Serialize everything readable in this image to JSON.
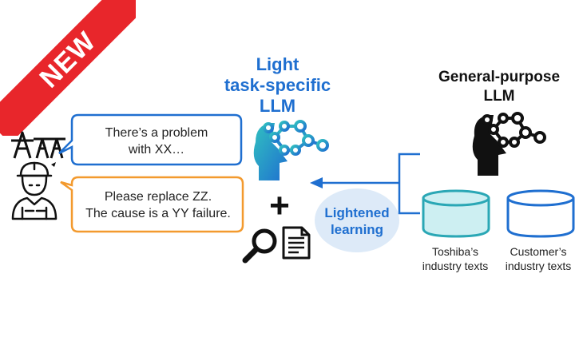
{
  "badge": {
    "label": "NEW",
    "color": "#e8262b"
  },
  "light_llm": {
    "title_line1": "Light",
    "title_line2": "task-specific",
    "title_line3": "LLM",
    "color": "#1f6fd0"
  },
  "general_llm": {
    "title_line1": "General-purpose",
    "title_line2": "LLM"
  },
  "bubble_problem": {
    "line1": "There’s a problem",
    "line2": "with XX…",
    "border_color": "#1f6fd0"
  },
  "bubble_reply": {
    "line1": "Please replace ZZ.",
    "line2": "The cause is a YY failure.",
    "border_color": "#f39a2e"
  },
  "plus": {
    "symbol": "+"
  },
  "lightened_learning": {
    "line1": "Lightened",
    "line2": "learning"
  },
  "datasets": [
    {
      "line1": "Toshiba’s",
      "line2": "industry texts",
      "fill": "#cdeff2",
      "stroke": "#2aa7b5"
    },
    {
      "line1": "Customer’s",
      "line2": "industry texts",
      "fill": "#ffffff",
      "stroke": "#1f6fd0"
    }
  ],
  "icons": {
    "worker": "worker-icon",
    "power_tower": "power-tower-icon",
    "search": "magnifier-icon",
    "document": "document-icon",
    "neural_head_light": "neural-head-icon",
    "neural_head_general": "neural-head-icon"
  }
}
